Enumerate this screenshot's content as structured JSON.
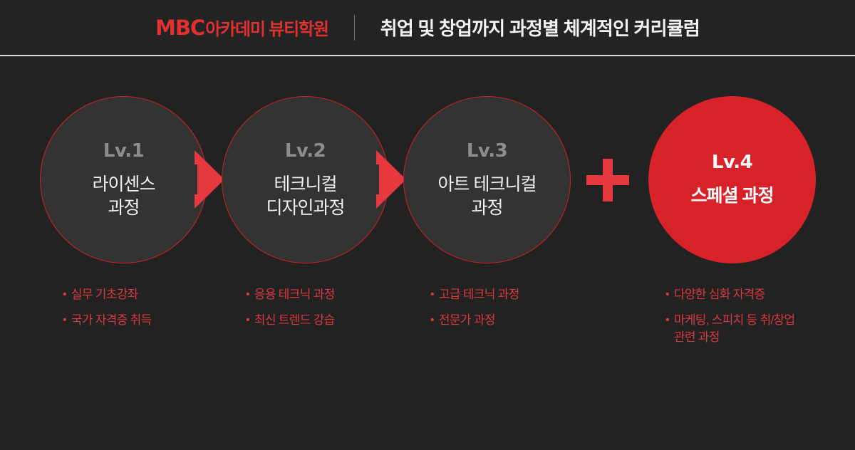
{
  "header": {
    "brand_mark": "MBC",
    "brand_name": "아카데미 뷰티학원",
    "title": "취업 및 창업까지 과정별 체계적인 커리큘럼"
  },
  "colors": {
    "background": "#222222",
    "header_background": "#232323",
    "circle_fill": "#333333",
    "circle_border": "#cf2026",
    "accent_red": "#d8222a",
    "arrow_red": "#e5393f",
    "bullet_red": "#d8383f",
    "level_gray": "#8d8d8d",
    "title_white": "#f0f0f0"
  },
  "steps": [
    {
      "level": "Lv.1",
      "title": "라이센스\n과정",
      "accent": false,
      "bullets": [
        "실무 기초강좌",
        "국가 자격증 취득"
      ]
    },
    {
      "level": "Lv.2",
      "title": "테크니컬\n디자인과정",
      "accent": false,
      "bullets": [
        "응용 테크닉 과정",
        "최신 트렌드 강습"
      ]
    },
    {
      "level": "Lv.3",
      "title": "아트 테크니컬\n과정",
      "accent": false,
      "bullets": [
        "고급 테크닉 과정",
        "전문가 과정"
      ]
    },
    {
      "level": "Lv.4",
      "title": "스페셜 과정",
      "accent": true,
      "bullets": [
        "다양한 심화 자격증",
        "마케팅, 스피치 등 취/창업\n관련 과정"
      ]
    }
  ],
  "connectors": {
    "arrow_1": "arrow-right-icon",
    "arrow_2": "arrow-right-icon",
    "plus": "plus-icon"
  },
  "bullet_marker": "•"
}
